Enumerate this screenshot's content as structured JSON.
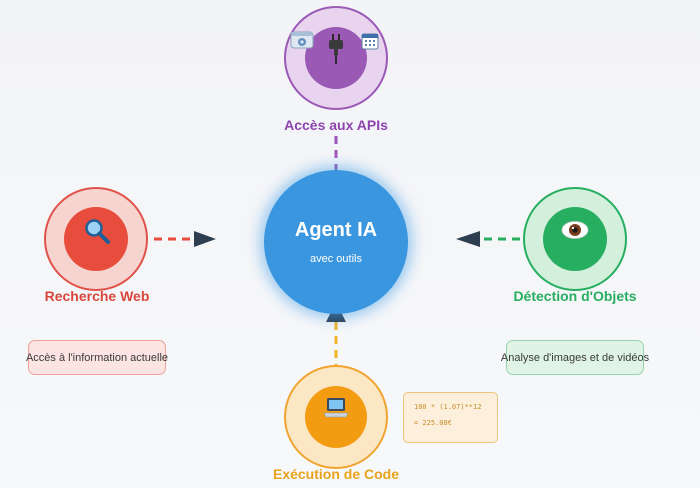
{
  "center": {
    "title": "Agent IA",
    "subtitle": "avec outils",
    "color": "#3498db"
  },
  "nodes": {
    "apis": {
      "label": "Accès aux APIs",
      "color": "#9b59b6",
      "icons": [
        "plug-icon",
        "gear-window-icon",
        "calendar-icon"
      ]
    },
    "web": {
      "label": "Recherche Web",
      "color": "#e74c3c",
      "icon": "magnifier-icon",
      "description": "Accès à l'information actuelle"
    },
    "detection": {
      "label": "Détection d'Objets",
      "color": "#27ae60",
      "icon": "eye-icon",
      "description": "Analyse d'images et de vidéos"
    },
    "code": {
      "label": "Exécution de Code",
      "color": "#f39c12",
      "icon": "laptop-icon",
      "snippet": [
        "100 * (1.07)**12",
        "= 225.08€"
      ]
    }
  }
}
